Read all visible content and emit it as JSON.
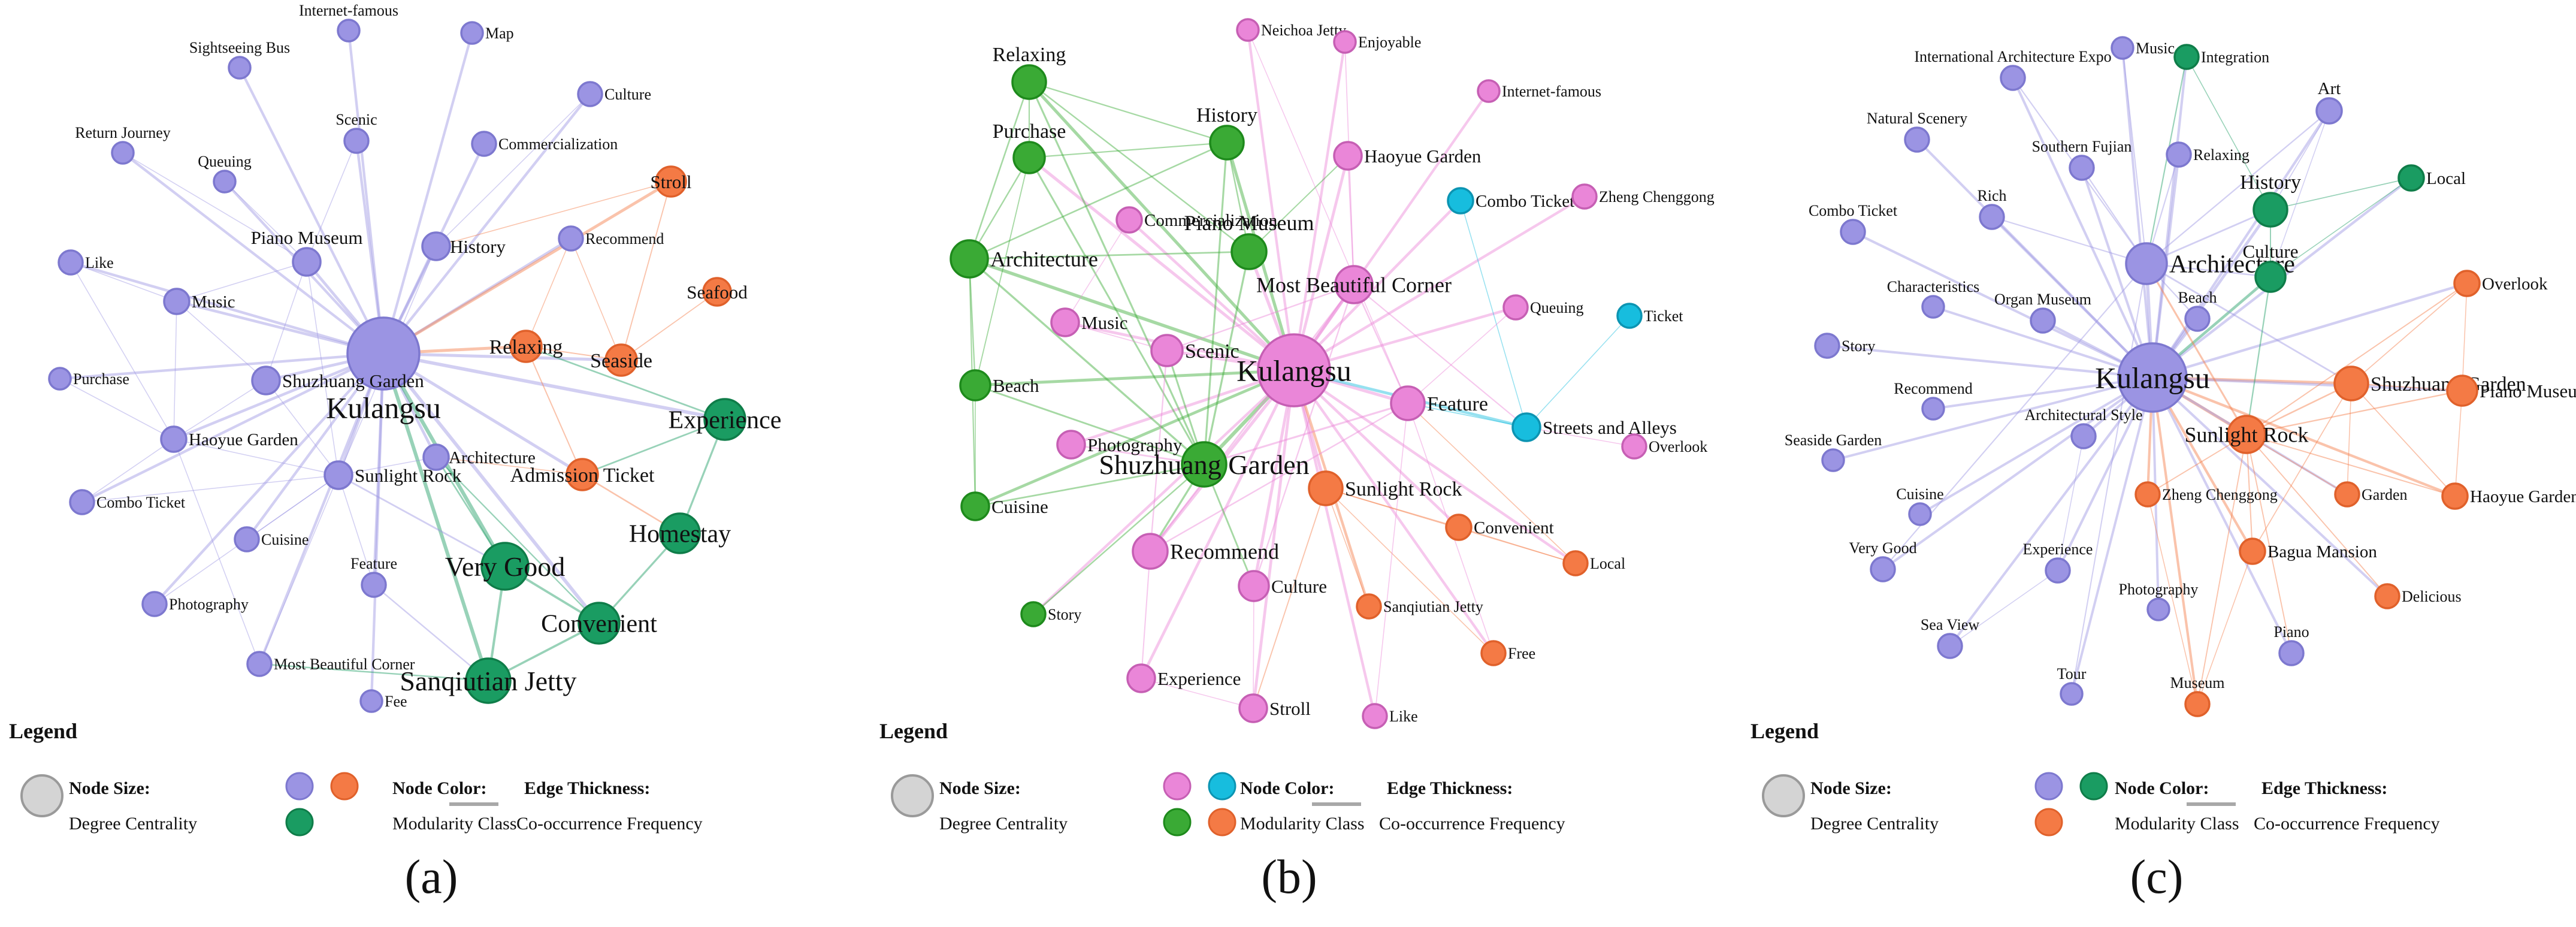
{
  "colors": {
    "purple": "#9b94e3",
    "purple_edge": "#7d78cf",
    "orange": "#f47a45",
    "orange_edge": "#e0612b",
    "green_dark": "#1a9c62",
    "green_dark_edge": "#0f7d49",
    "green": "#3aaa35",
    "green_edge": "#1e8a1c",
    "pink": "#ea86d8",
    "pink_edge": "#c65fb4",
    "cyan": "#17bdde",
    "cyan_edge": "#0c94b2",
    "gray": "#d4d4d4",
    "gray_edge": "#9a9a9a"
  },
  "panels": [
    {
      "caption": "(a)",
      "legend": {
        "title": "Legend",
        "size_head": "Node Size:",
        "size_sub": "Degree Centrality",
        "color_head": "Node Color:",
        "color_sub": "Modularity Class",
        "edge_head": "Edge Thickness:",
        "edge_sub": "Co-occurrence Frequency",
        "swatches": [
          "purple",
          "orange",
          "green_dark"
        ]
      },
      "nodes": [
        {
          "id": "kulangsu",
          "label": "Kulangsu",
          "c": "purple",
          "deg": 28
        },
        {
          "id": "internet_famous",
          "label": "Internet-famous",
          "c": "purple",
          "deg": 2
        },
        {
          "id": "map",
          "label": "Map",
          "c": "purple",
          "deg": 2
        },
        {
          "id": "sightseeing_bus",
          "label": "Sightseeing Bus",
          "c": "purple",
          "deg": 2
        },
        {
          "id": "culture",
          "label": "Culture",
          "c": "purple",
          "deg": 3
        },
        {
          "id": "return_journey",
          "label": "Return Journey",
          "c": "purple",
          "deg": 2
        },
        {
          "id": "scenic",
          "label": "Scenic",
          "c": "purple",
          "deg": 3
        },
        {
          "id": "commercialization",
          "label": "Commercialization",
          "c": "purple",
          "deg": 3
        },
        {
          "id": "queuing",
          "label": "Queuing",
          "c": "purple",
          "deg": 2
        },
        {
          "id": "stroll",
          "label": "Stroll",
          "c": "orange",
          "deg": 6
        },
        {
          "id": "recommend",
          "label": "Recommend",
          "c": "purple",
          "deg": 3
        },
        {
          "id": "like",
          "label": "Like",
          "c": "purple",
          "deg": 3
        },
        {
          "id": "piano_museum",
          "label": "Piano Museum",
          "c": "purple",
          "deg": 5
        },
        {
          "id": "history",
          "label": "History",
          "c": "purple",
          "deg": 5
        },
        {
          "id": "seafood",
          "label": "Seafood",
          "c": "orange",
          "deg": 5
        },
        {
          "id": "music",
          "label": "Music",
          "c": "purple",
          "deg": 4
        },
        {
          "id": "relaxing",
          "label": "Relaxing",
          "c": "orange",
          "deg": 7
        },
        {
          "id": "seaside",
          "label": "Seaside",
          "c": "orange",
          "deg": 7
        },
        {
          "id": "purchase",
          "label": "Purchase",
          "c": "purple",
          "deg": 2
        },
        {
          "id": "shuzhuang_garden",
          "label": "Shuzhuang Garden",
          "c": "purple",
          "deg": 5
        },
        {
          "id": "experience",
          "label": "Experience",
          "c": "green_dark",
          "deg": 12
        },
        {
          "id": "haoyue_garden",
          "label": "Haoyue Garden",
          "c": "purple",
          "deg": 4
        },
        {
          "id": "architecture",
          "label": "Architecture",
          "c": "purple",
          "deg": 4
        },
        {
          "id": "sunlight_rock",
          "label": "Sunlight Rock",
          "c": "purple",
          "deg": 5
        },
        {
          "id": "admission_ticket",
          "label": "Admission Ticket",
          "c": "orange",
          "deg": 7
        },
        {
          "id": "combo_ticket",
          "label": "Combo Ticket",
          "c": "purple",
          "deg": 3
        },
        {
          "id": "homestay",
          "label": "Homestay",
          "c": "green_dark",
          "deg": 11
        },
        {
          "id": "cuisine",
          "label": "Cuisine",
          "c": "purple",
          "deg": 3
        },
        {
          "id": "very_good",
          "label": "Very Good",
          "c": "green_dark",
          "deg": 15
        },
        {
          "id": "feature",
          "label": "Feature",
          "c": "purple",
          "deg": 3
        },
        {
          "id": "convenient",
          "label": "Convenient",
          "c": "green_dark",
          "deg": 12
        },
        {
          "id": "photography",
          "label": "Photography",
          "c": "purple",
          "deg": 3
        },
        {
          "id": "most_beautiful_corner",
          "label": "Most Beautiful Corner",
          "c": "purple",
          "deg": 3
        },
        {
          "id": "sanqiutian_jetty",
          "label": "Sanqiutian Jetty",
          "c": "green_dark",
          "deg": 14
        },
        {
          "id": "fee",
          "label": "Fee",
          "c": "purple",
          "deg": 2
        }
      ]
    },
    {
      "caption": "(b)",
      "legend": {
        "title": "Legend",
        "size_head": "Node Size:",
        "size_sub": "Degree Centrality",
        "color_head": "Node Color:",
        "color_sub": "Modularity Class",
        "edge_head": "Edge Thickness:",
        "edge_sub": "Co-occurrence Frequency",
        "swatches": [
          "pink",
          "cyan",
          "green",
          "orange"
        ]
      },
      "nodes": [
        {
          "id": "kulangsu",
          "label": "Kulangsu",
          "c": "pink",
          "deg": 28
        },
        {
          "id": "neichoa_jetty",
          "label": "Neichoa Jetty",
          "c": "pink",
          "deg": 2
        },
        {
          "id": "enjoyable",
          "label": "Enjoyable",
          "c": "pink",
          "deg": 2
        },
        {
          "id": "relaxing",
          "label": "Relaxing",
          "c": "green",
          "deg": 8
        },
        {
          "id": "internet_famous",
          "label": "Internet-famous",
          "c": "pink",
          "deg": 2
        },
        {
          "id": "history",
          "label": "History",
          "c": "green",
          "deg": 8
        },
        {
          "id": "purchase",
          "label": "Purchase",
          "c": "green",
          "deg": 7
        },
        {
          "id": "haoyue_garden",
          "label": "Haoyue Garden",
          "c": "pink",
          "deg": 5
        },
        {
          "id": "combo_ticket",
          "label": "Combo Ticket",
          "c": "cyan",
          "deg": 4
        },
        {
          "id": "zheng_chenggong",
          "label": "Zheng Chenggong",
          "c": "pink",
          "deg": 3
        },
        {
          "id": "commercialization",
          "label": "Commercialization",
          "c": "pink",
          "deg": 4
        },
        {
          "id": "architecture",
          "label": "Architecture",
          "c": "green",
          "deg": 10
        },
        {
          "id": "piano_museum",
          "label": "Piano Museum",
          "c": "green",
          "deg": 9
        },
        {
          "id": "most_beautiful_corner",
          "label": "Most Beautiful Corner",
          "c": "pink",
          "deg": 10
        },
        {
          "id": "music",
          "label": "Music",
          "c": "pink",
          "deg": 5
        },
        {
          "id": "queuing",
          "label": "Queuing",
          "c": "pink",
          "deg": 3
        },
        {
          "id": "ticket",
          "label": "Ticket",
          "c": "cyan",
          "deg": 3
        },
        {
          "id": "scenic",
          "label": "Scenic",
          "c": "pink",
          "deg": 7
        },
        {
          "id": "beach",
          "label": "Beach",
          "c": "green",
          "deg": 6
        },
        {
          "id": "feature",
          "label": "Feature",
          "c": "pink",
          "deg": 8
        },
        {
          "id": "streets_alleys",
          "label": "Streets and Alleys",
          "c": "cyan",
          "deg": 5
        },
        {
          "id": "overlook",
          "label": "Overlook",
          "c": "pink",
          "deg": 3
        },
        {
          "id": "photography",
          "label": "Photography",
          "c": "pink",
          "deg": 5
        },
        {
          "id": "shuzhuang_garden",
          "label": "Shuzhuang Garden",
          "c": "green",
          "deg": 14
        },
        {
          "id": "sunlight_rock",
          "label": "Sunlight Rock",
          "c": "orange",
          "deg": 8
        },
        {
          "id": "cuisine",
          "label": "Cuisine",
          "c": "green",
          "deg": 5
        },
        {
          "id": "convenient",
          "label": "Convenient",
          "c": "orange",
          "deg": 4
        },
        {
          "id": "recommend",
          "label": "Recommend",
          "c": "pink",
          "deg": 9
        },
        {
          "id": "local",
          "label": "Local",
          "c": "orange",
          "deg": 3
        },
        {
          "id": "culture",
          "label": "Culture",
          "c": "pink",
          "deg": 6
        },
        {
          "id": "story",
          "label": "Story",
          "c": "green",
          "deg": 3
        },
        {
          "id": "sanqiutian_jetty",
          "label": "Sanqiutian Jetty",
          "c": "orange",
          "deg": 3
        },
        {
          "id": "free",
          "label": "Free",
          "c": "orange",
          "deg": 3
        },
        {
          "id": "experience",
          "label": "Experience",
          "c": "pink",
          "deg": 5
        },
        {
          "id": "stroll",
          "label": "Stroll",
          "c": "pink",
          "deg": 5
        },
        {
          "id": "like",
          "label": "Like",
          "c": "pink",
          "deg": 3
        }
      ]
    },
    {
      "caption": "(c)",
      "legend": {
        "title": "Legend",
        "size_head": "Node Size:",
        "size_sub": "Degree Centrality",
        "color_head": "Node Color:",
        "color_sub": "Modularity Class",
        "edge_head": "Edge Thickness:",
        "edge_sub": "Co-occurrence Frequency",
        "swatches": [
          "purple",
          "green_dark",
          "orange"
        ]
      },
      "nodes": [
        {
          "id": "kulangsu",
          "label": "Kulangsu",
          "c": "purple",
          "deg": 26
        },
        {
          "id": "music",
          "label": "Music",
          "c": "purple",
          "deg": 2
        },
        {
          "id": "integration",
          "label": "Integration",
          "c": "green_dark",
          "deg": 3
        },
        {
          "id": "intl_arch_expo",
          "label": "International Architecture Expo",
          "c": "purple",
          "deg": 3
        },
        {
          "id": "art",
          "label": "Art",
          "c": "purple",
          "deg": 4
        },
        {
          "id": "natural_scenery",
          "label": "Natural Scenery",
          "c": "purple",
          "deg": 3
        },
        {
          "id": "southern_fujian",
          "label": "Southern Fujian",
          "c": "purple",
          "deg": 3
        },
        {
          "id": "relaxing",
          "label": "Relaxing",
          "c": "purple",
          "deg": 3
        },
        {
          "id": "local",
          "label": "Local",
          "c": "green_dark",
          "deg": 4
        },
        {
          "id": "rich",
          "label": "Rich",
          "c": "purple",
          "deg": 3
        },
        {
          "id": "history",
          "label": "History",
          "c": "green_dark",
          "deg": 8
        },
        {
          "id": "combo_ticket",
          "label": "Combo Ticket",
          "c": "purple",
          "deg": 3
        },
        {
          "id": "architecture",
          "label": "Architecture",
          "c": "purple",
          "deg": 12
        },
        {
          "id": "culture",
          "label": "Culture",
          "c": "green_dark",
          "deg": 6
        },
        {
          "id": "overlook",
          "label": "Overlook",
          "c": "orange",
          "deg": 4
        },
        {
          "id": "characteristics",
          "label": "Characteristics",
          "c": "purple",
          "deg": 2
        },
        {
          "id": "beach",
          "label": "Beach",
          "c": "purple",
          "deg": 3
        },
        {
          "id": "organ_museum",
          "label": "Organ Museum",
          "c": "purple",
          "deg": 3
        },
        {
          "id": "story",
          "label": "Story",
          "c": "purple",
          "deg": 3
        },
        {
          "id": "shuzhuang_garden",
          "label": "Shuzhuang Garden",
          "c": "orange",
          "deg": 8
        },
        {
          "id": "piano_museum",
          "label": "Piano Museum",
          "c": "orange",
          "deg": 6
        },
        {
          "id": "recommend",
          "label": "Recommend",
          "c": "purple",
          "deg": 2
        },
        {
          "id": "architectural_style",
          "label": "Architectural Style",
          "c": "purple",
          "deg": 3
        },
        {
          "id": "sunlight_rock",
          "label": "Sunlight Rock",
          "c": "orange",
          "deg": 10
        },
        {
          "id": "seaside_garden",
          "label": "Seaside Garden",
          "c": "purple",
          "deg": 2
        },
        {
          "id": "zheng_chenggong",
          "label": "Zheng Chenggong",
          "c": "orange",
          "deg": 3
        },
        {
          "id": "garden",
          "label": "Garden",
          "c": "orange",
          "deg": 3
        },
        {
          "id": "haoyue_garden",
          "label": "Haoyue Garden",
          "c": "orange",
          "deg": 4
        },
        {
          "id": "cuisine",
          "label": "Cuisine",
          "c": "purple",
          "deg": 2
        },
        {
          "id": "bagua_mansion",
          "label": "Bagua Mansion",
          "c": "orange",
          "deg": 4
        },
        {
          "id": "very_good",
          "label": "Very Good",
          "c": "purple",
          "deg": 3
        },
        {
          "id": "experience",
          "label": "Experience",
          "c": "purple",
          "deg": 3
        },
        {
          "id": "delicious",
          "label": "Delicious",
          "c": "orange",
          "deg": 3
        },
        {
          "id": "photography",
          "label": "Photography",
          "c": "purple",
          "deg": 2
        },
        {
          "id": "sea_view",
          "label": "Sea View",
          "c": "purple",
          "deg": 3
        },
        {
          "id": "piano",
          "label": "Piano",
          "c": "purple",
          "deg": 3
        },
        {
          "id": "tour",
          "label": "Tour",
          "c": "purple",
          "deg": 2
        },
        {
          "id": "museum",
          "label": "Museum",
          "c": "orange",
          "deg": 3
        }
      ]
    }
  ]
}
